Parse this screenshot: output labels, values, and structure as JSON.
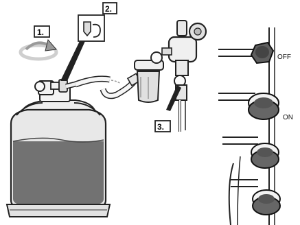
{
  "steps": [
    {
      "label": "1."
    },
    {
      "label": "2."
    },
    {
      "label": "3."
    }
  ],
  "valve_states": {
    "off": "OFF",
    "on": "ON"
  },
  "colors": {
    "gas_fill": "#6f6f6f",
    "tank_body": "#e6e6e6",
    "outline": "#222222",
    "arrow_gray": "#cfcfcf"
  },
  "icons": [
    "rotate-arrow-icon",
    "hand-fitting-icon"
  ]
}
